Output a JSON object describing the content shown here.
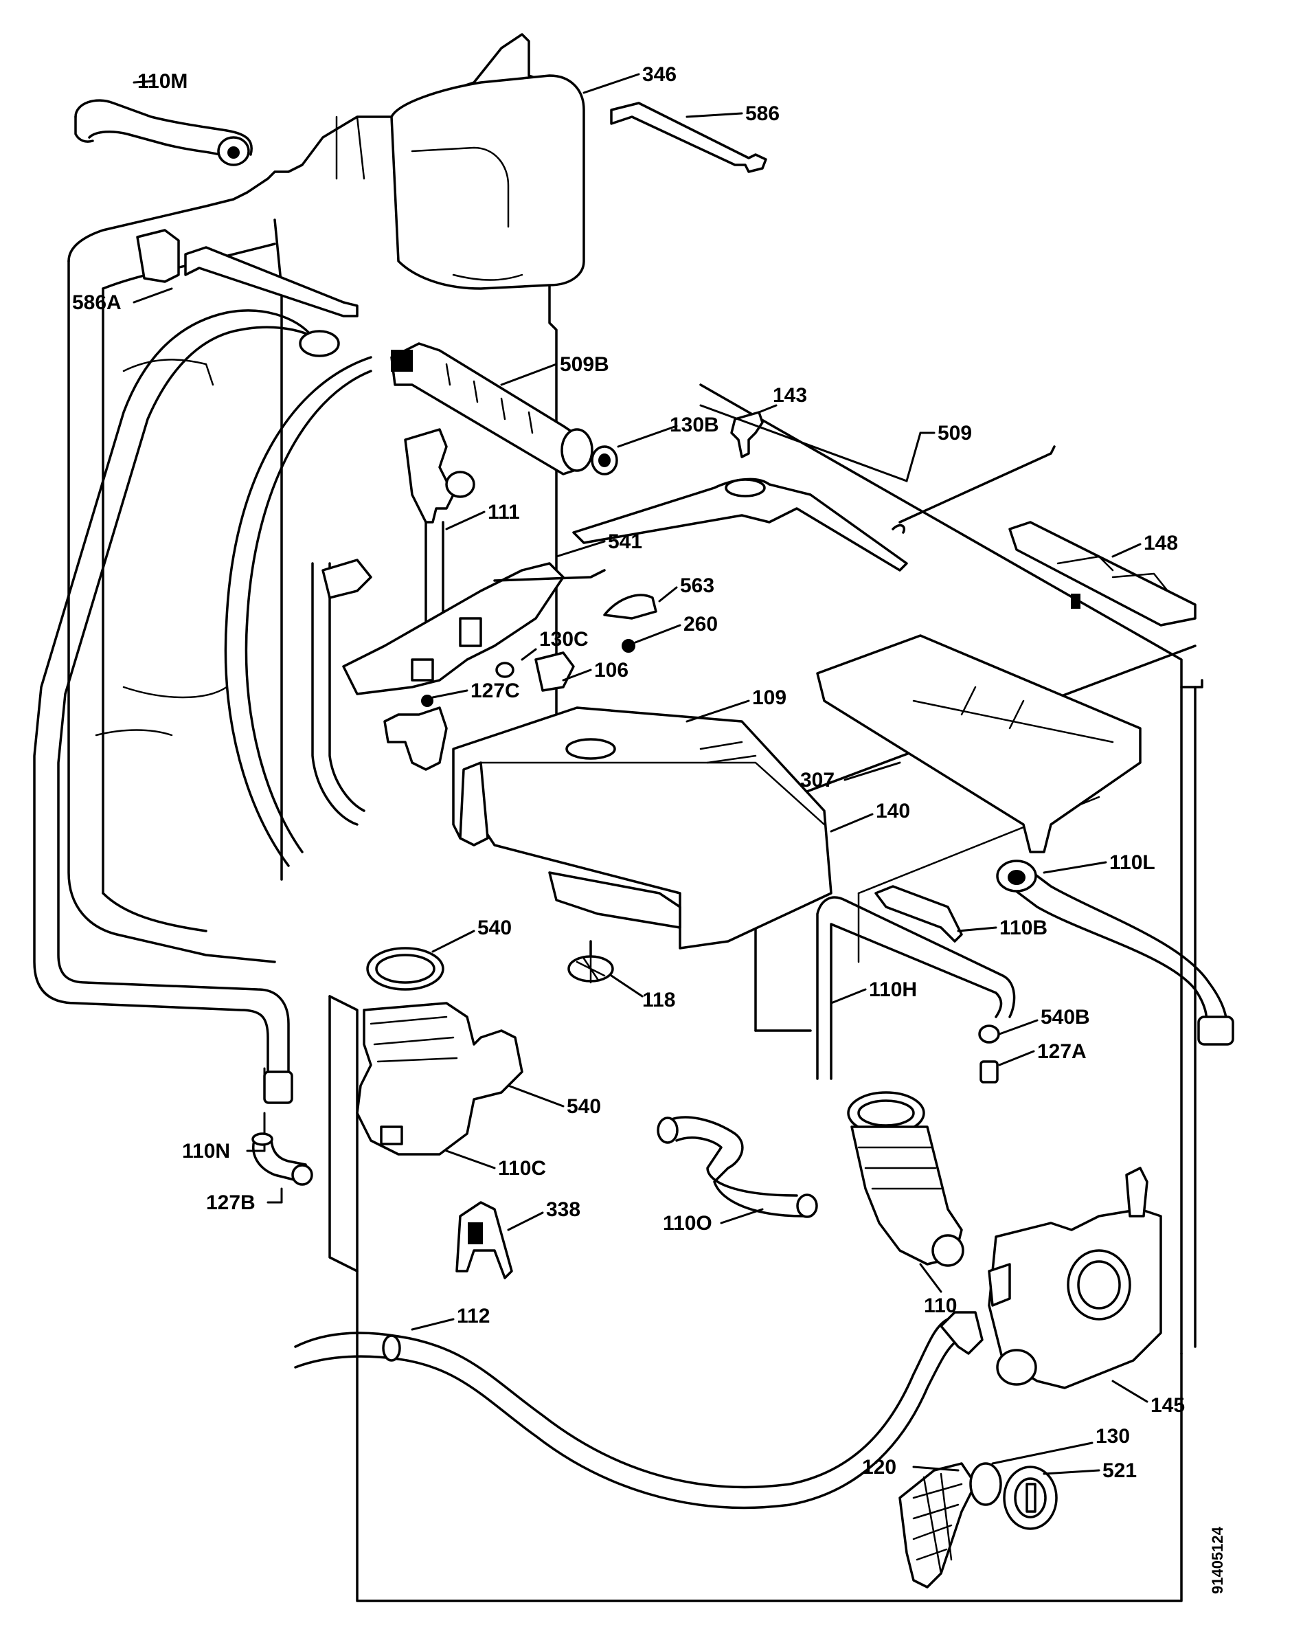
{
  "parts": [
    {
      "id": "110m",
      "label": "110M"
    },
    {
      "id": "346",
      "label": "346"
    },
    {
      "id": "586",
      "label": "586"
    },
    {
      "id": "586a",
      "label": "586A"
    },
    {
      "id": "509b",
      "label": "509B"
    },
    {
      "id": "143",
      "label": "143"
    },
    {
      "id": "130b",
      "label": "130B"
    },
    {
      "id": "509",
      "label": "509"
    },
    {
      "id": "111",
      "label": "111"
    },
    {
      "id": "148",
      "label": "148"
    },
    {
      "id": "541",
      "label": "541"
    },
    {
      "id": "563",
      "label": "563"
    },
    {
      "id": "260",
      "label": "260"
    },
    {
      "id": "130c",
      "label": "130C"
    },
    {
      "id": "106",
      "label": "106"
    },
    {
      "id": "127c",
      "label": "127C"
    },
    {
      "id": "109",
      "label": "109"
    },
    {
      "id": "307",
      "label": "307"
    },
    {
      "id": "140",
      "label": "140"
    },
    {
      "id": "110l",
      "label": "110L"
    },
    {
      "id": "540-top",
      "label": "540"
    },
    {
      "id": "110b",
      "label": "110B"
    },
    {
      "id": "118",
      "label": "118"
    },
    {
      "id": "110h",
      "label": "110H"
    },
    {
      "id": "540b",
      "label": "540B"
    },
    {
      "id": "127a",
      "label": "127A"
    },
    {
      "id": "110n",
      "label": "110N"
    },
    {
      "id": "540-bottom",
      "label": "540"
    },
    {
      "id": "110c",
      "label": "110C"
    },
    {
      "id": "127b",
      "label": "127B"
    },
    {
      "id": "338",
      "label": "338"
    },
    {
      "id": "110o",
      "label": "110O"
    },
    {
      "id": "110",
      "label": "110"
    },
    {
      "id": "112",
      "label": "112"
    },
    {
      "id": "145",
      "label": "145"
    },
    {
      "id": "130",
      "label": "130"
    },
    {
      "id": "120",
      "label": "120"
    },
    {
      "id": "521",
      "label": "521"
    }
  ],
  "document_number": "91405124"
}
